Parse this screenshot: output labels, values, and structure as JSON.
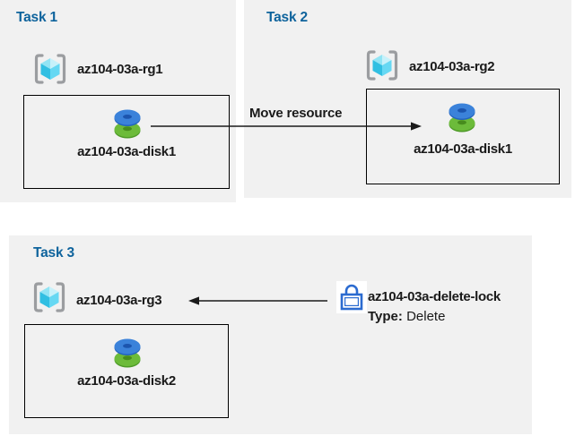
{
  "tasks": [
    {
      "title": "Task 1",
      "rg_label": "az104-03a-rg1",
      "disk_label": "az104-03a-disk1"
    },
    {
      "title": "Task 2",
      "rg_label": "az104-03a-rg2",
      "disk_label": "az104-03a-disk1"
    },
    {
      "title": "Task 3",
      "rg_label": "az104-03a-rg3",
      "disk_label": "az104-03a-disk2"
    }
  ],
  "arrows": {
    "move_label": "Move resource"
  },
  "lock": {
    "name": "az104-03a-delete-lock",
    "type_label": "Type:",
    "type_value": "Delete"
  },
  "icons": {
    "resource_group": "resource-group-icon",
    "disk": "disk-icon",
    "lock": "lock-icon"
  },
  "colors": {
    "panel_bg": "#f1f1f1",
    "title_blue": "#0e639c",
    "text_black": "#1a1a1a",
    "arrow_black": "#1a1a1a",
    "lock_blue": "#2b6bd0",
    "disk_blue_top": "#3b82da",
    "disk_blue_dark": "#1c55ae",
    "disk_green_top": "#6cbb3a",
    "disk_green_dark": "#478c1d",
    "cube_cyan_left": "#31bfe2",
    "cube_cyan_right": "#66d8f3",
    "cube_cyan_top_left": "#92e4f4",
    "cube_cyan_top_right": "#c7f1fa",
    "bracket_gray": "#9b9da0"
  }
}
